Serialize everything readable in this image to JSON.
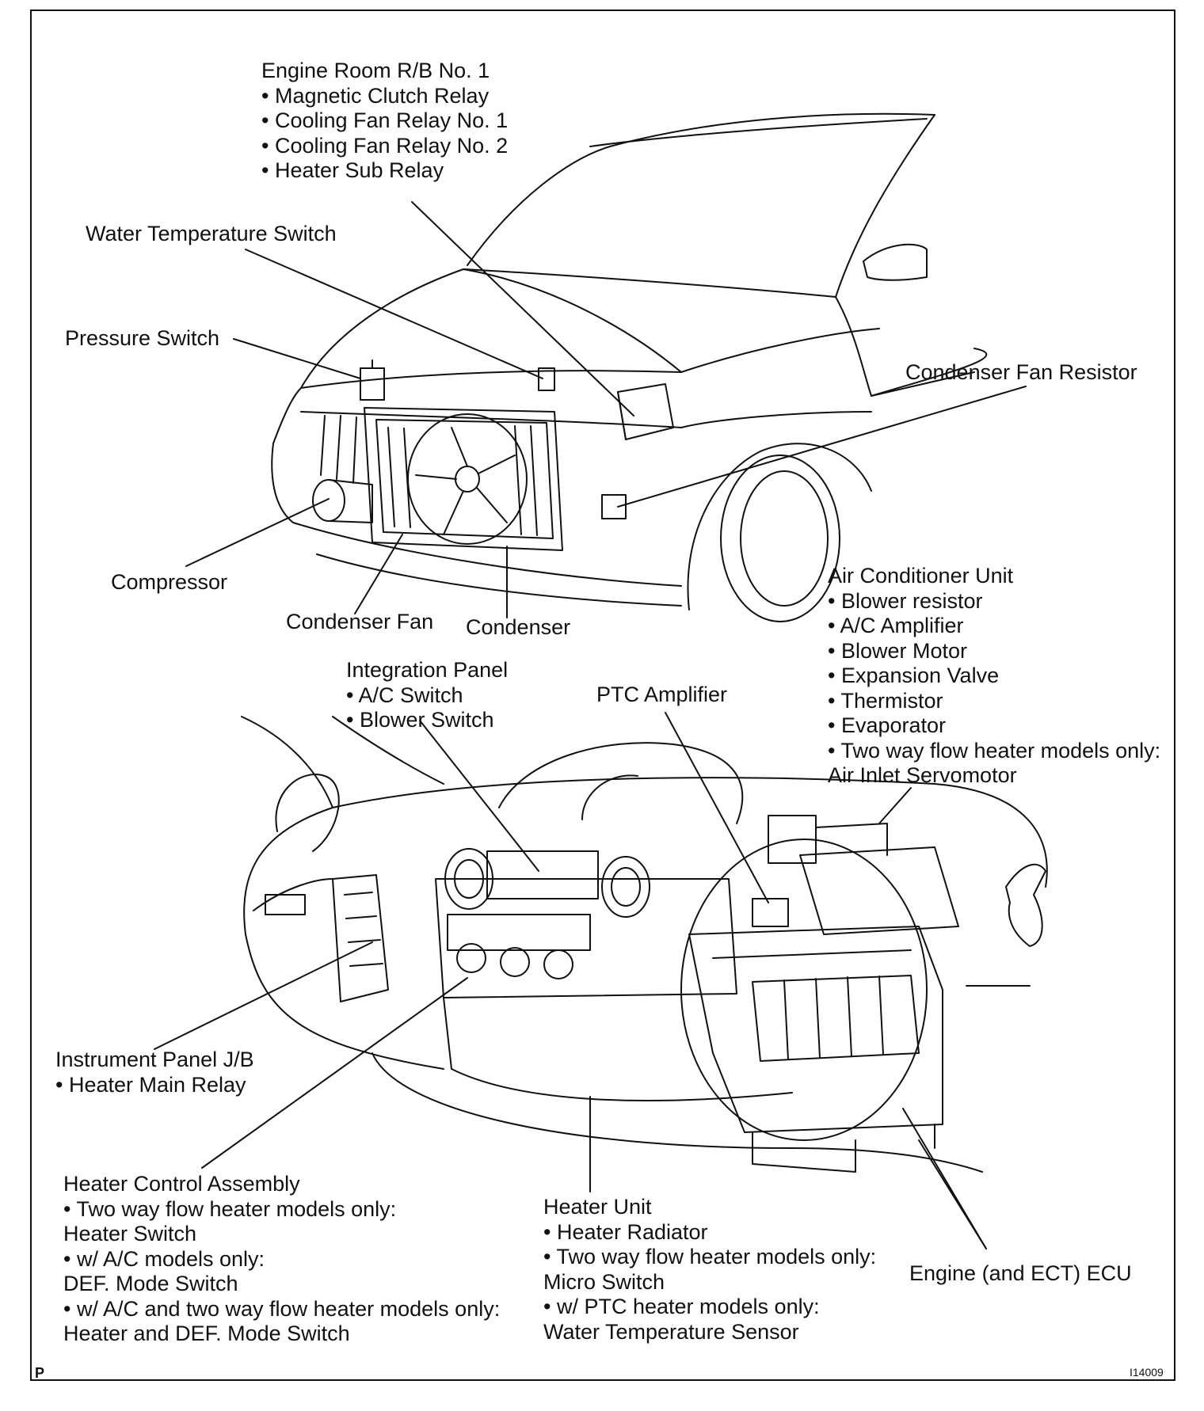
{
  "labels": {
    "engine_room_rb": [
      "Engine Room R/B No. 1",
      "• Magnetic Clutch Relay",
      "• Cooling Fan Relay No. 1",
      "• Cooling Fan Relay No. 2",
      "• Heater Sub Relay"
    ],
    "water_temp_switch": [
      "Water Temperature Switch"
    ],
    "pressure_switch": [
      "Pressure Switch"
    ],
    "condenser_fan_resistor": [
      "Condenser Fan Resistor"
    ],
    "compressor": [
      "Compressor"
    ],
    "condenser_fan": [
      "Condenser Fan"
    ],
    "condenser": [
      "Condenser"
    ],
    "air_conditioner_unit": [
      "Air Conditioner Unit",
      "• Blower resistor",
      "• A/C Amplifier",
      "• Blower Motor",
      "• Expansion Valve",
      "• Thermistor",
      "• Evaporator",
      "• Two way flow heater models only:",
      "Air Inlet Servomotor"
    ],
    "integration_panel": [
      "Integration Panel",
      "• A/C Switch",
      "• Blower Switch"
    ],
    "ptc_amplifier": [
      "PTC Amplifier"
    ],
    "instrument_panel_jb": [
      "Instrument Panel J/B",
      "• Heater Main Relay"
    ],
    "heater_control_assembly": [
      "Heater Control Assembly",
      "• Two way flow heater models only:",
      "Heater Switch",
      "• w/ A/C models only:",
      "DEF. Mode Switch",
      "• w/ A/C and two way flow heater models only:",
      "Heater and DEF. Mode Switch"
    ],
    "heater_unit": [
      "Heater Unit",
      "• Heater Radiator",
      "• Two way flow heater models only:",
      "Micro Switch",
      "• w/ PTC heater models only:",
      "Water Temperature Sensor"
    ],
    "engine_ecu": [
      "Engine (and ECT) ECU"
    ]
  },
  "corner_mark": "P",
  "figure_id": "I14009"
}
